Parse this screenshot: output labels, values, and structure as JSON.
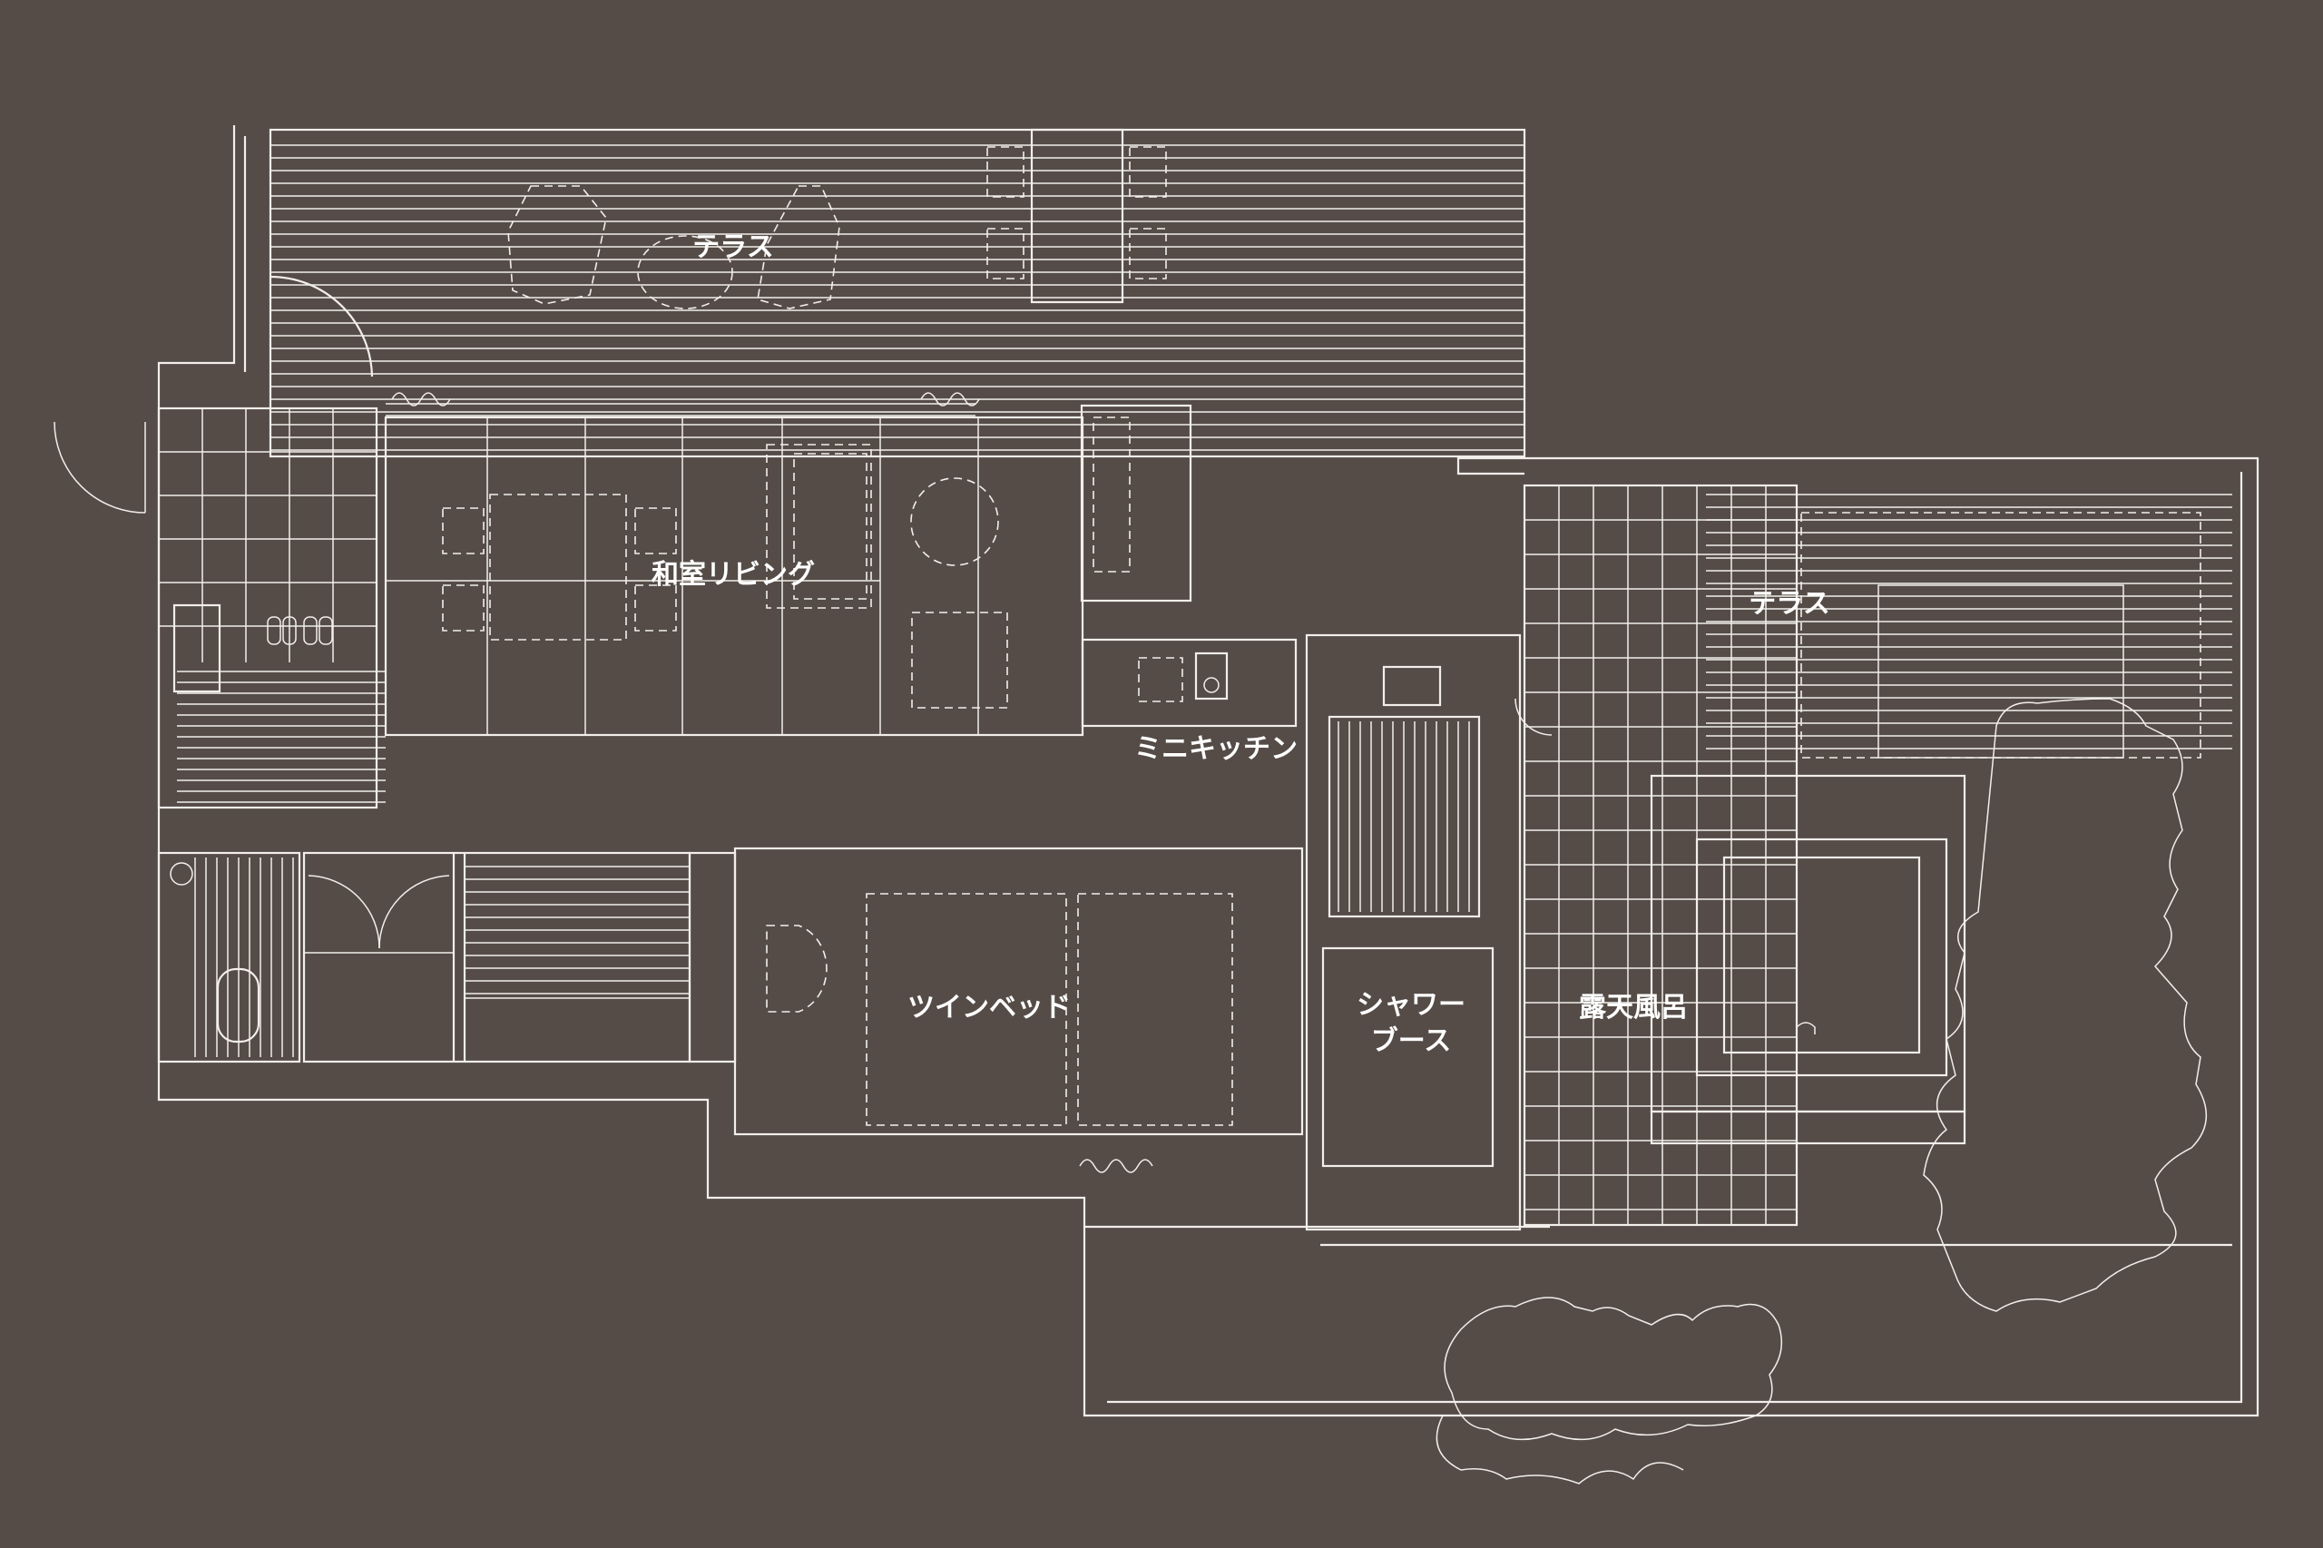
{
  "labels": {
    "terrace_north": "テラス",
    "washitsu_living": "和室リビング",
    "mini_kitchen": "ミニキッチン",
    "twin_bed": "ツインベッド",
    "shower_booth_line1": "シャワー",
    "shower_booth_line2": "ブース",
    "open_air_bath": "露天風呂",
    "terrace_east": "テラス"
  },
  "colors": {
    "background": "#554c47",
    "line": "#f2eeea",
    "text": "#ffffff"
  }
}
